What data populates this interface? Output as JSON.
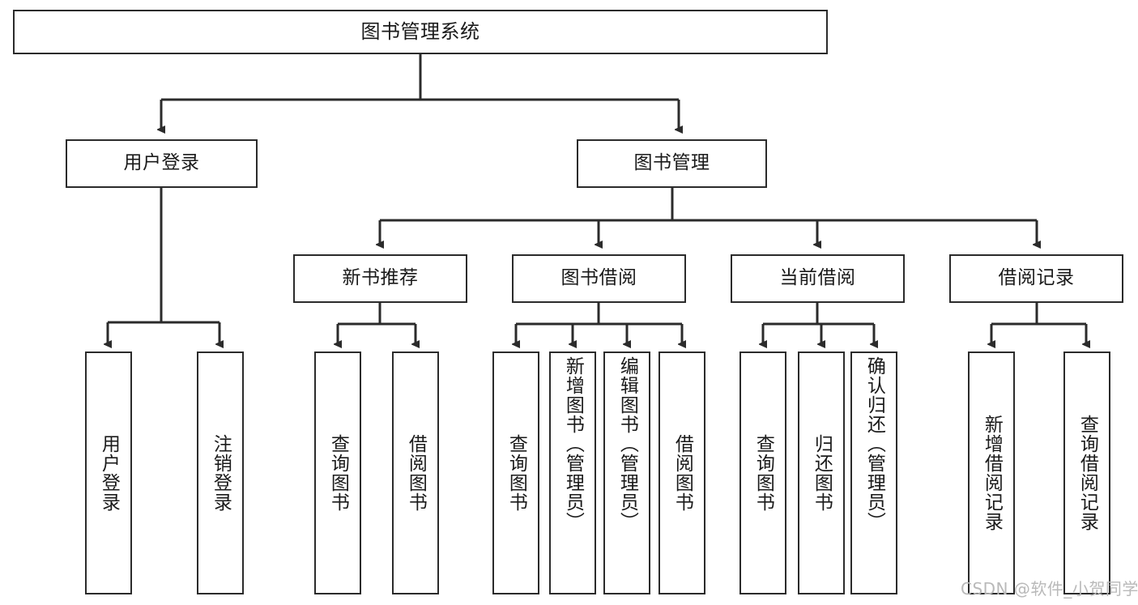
{
  "diagram": {
    "type": "hierarchy-tree",
    "title": "图书管理系统",
    "root": {
      "label": "图书管理系统"
    },
    "level2": [
      {
        "label": "用户登录"
      },
      {
        "label": "图书管理"
      }
    ],
    "level3": [
      {
        "label": "新书推荐"
      },
      {
        "label": "图书借阅"
      },
      {
        "label": "当前借阅"
      },
      {
        "label": "借阅记录"
      }
    ],
    "leaves": {
      "user_login": [
        {
          "label": "用户登录"
        },
        {
          "label": "注销登录"
        }
      ],
      "new_book_recommend": [
        {
          "label": "查询图书"
        },
        {
          "label": "借阅图书"
        }
      ],
      "book_borrow": [
        {
          "label": "查询图书"
        },
        {
          "label": "新增图书（管理员）"
        },
        {
          "label": "编辑图书（管理员）"
        },
        {
          "label": "借阅图书"
        }
      ],
      "current_borrow": [
        {
          "label": "查询图书"
        },
        {
          "label": "归还图书"
        },
        {
          "label": "确认归还（管理员）"
        }
      ],
      "borrow_record": [
        {
          "label": "新增借阅记录"
        },
        {
          "label": "查询借阅记录"
        }
      ]
    }
  },
  "watermark": {
    "text": "CSDN @软件_小贺同学"
  },
  "colors": {
    "border": "#2b2b2b",
    "text": "#1a1a1a",
    "background": "#ffffff",
    "watermark": "#b9b9b9"
  }
}
